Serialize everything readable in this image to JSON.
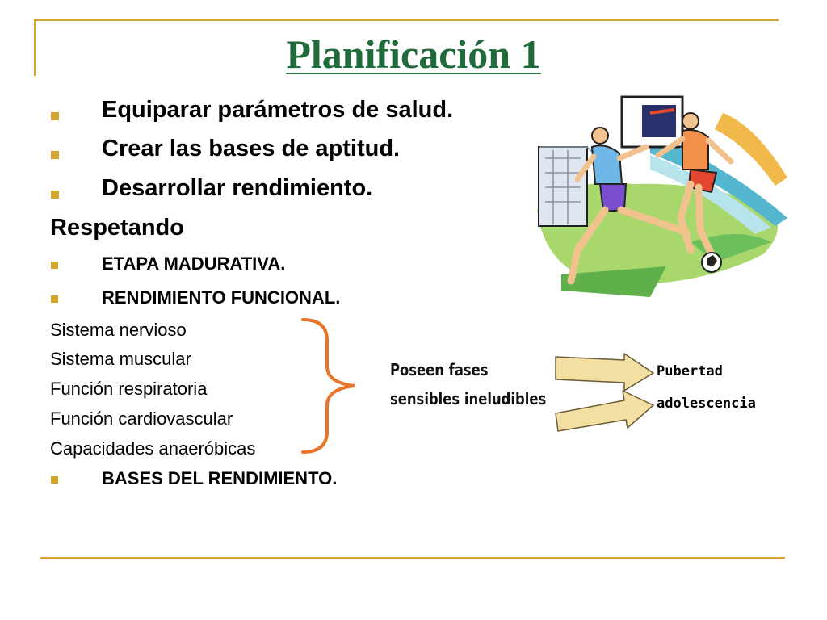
{
  "slide": {
    "title": "Planificación 1",
    "main_bullets": [
      "Equiparar parámetros de salud.",
      "Crear las bases de aptitud.",
      "Desarrollar rendimiento."
    ],
    "subheading": "Respetando",
    "sub_bullets": [
      "ETAPA MADURATIVA.",
      "RENDIMIENTO FUNCIONAL."
    ],
    "systems": [
      "Sistema nervioso",
      "Sistema muscular",
      "Función respiratoria",
      "Función cardiovascular",
      "Capacidades anaeróbicas"
    ],
    "final_bullet": "BASES DEL RENDIMIENTO.",
    "note_lines": [
      "Poseen fases",
      "sensibles ineludibles"
    ],
    "phases": [
      "Pubertad",
      "adolescencia"
    ],
    "illustration": "soccer-players-clipart"
  },
  "colors": {
    "title": "#1f6b3a",
    "accent": "#d4a52c",
    "brace": "#e8742a",
    "arrow_fill": "#f3dfa2"
  }
}
